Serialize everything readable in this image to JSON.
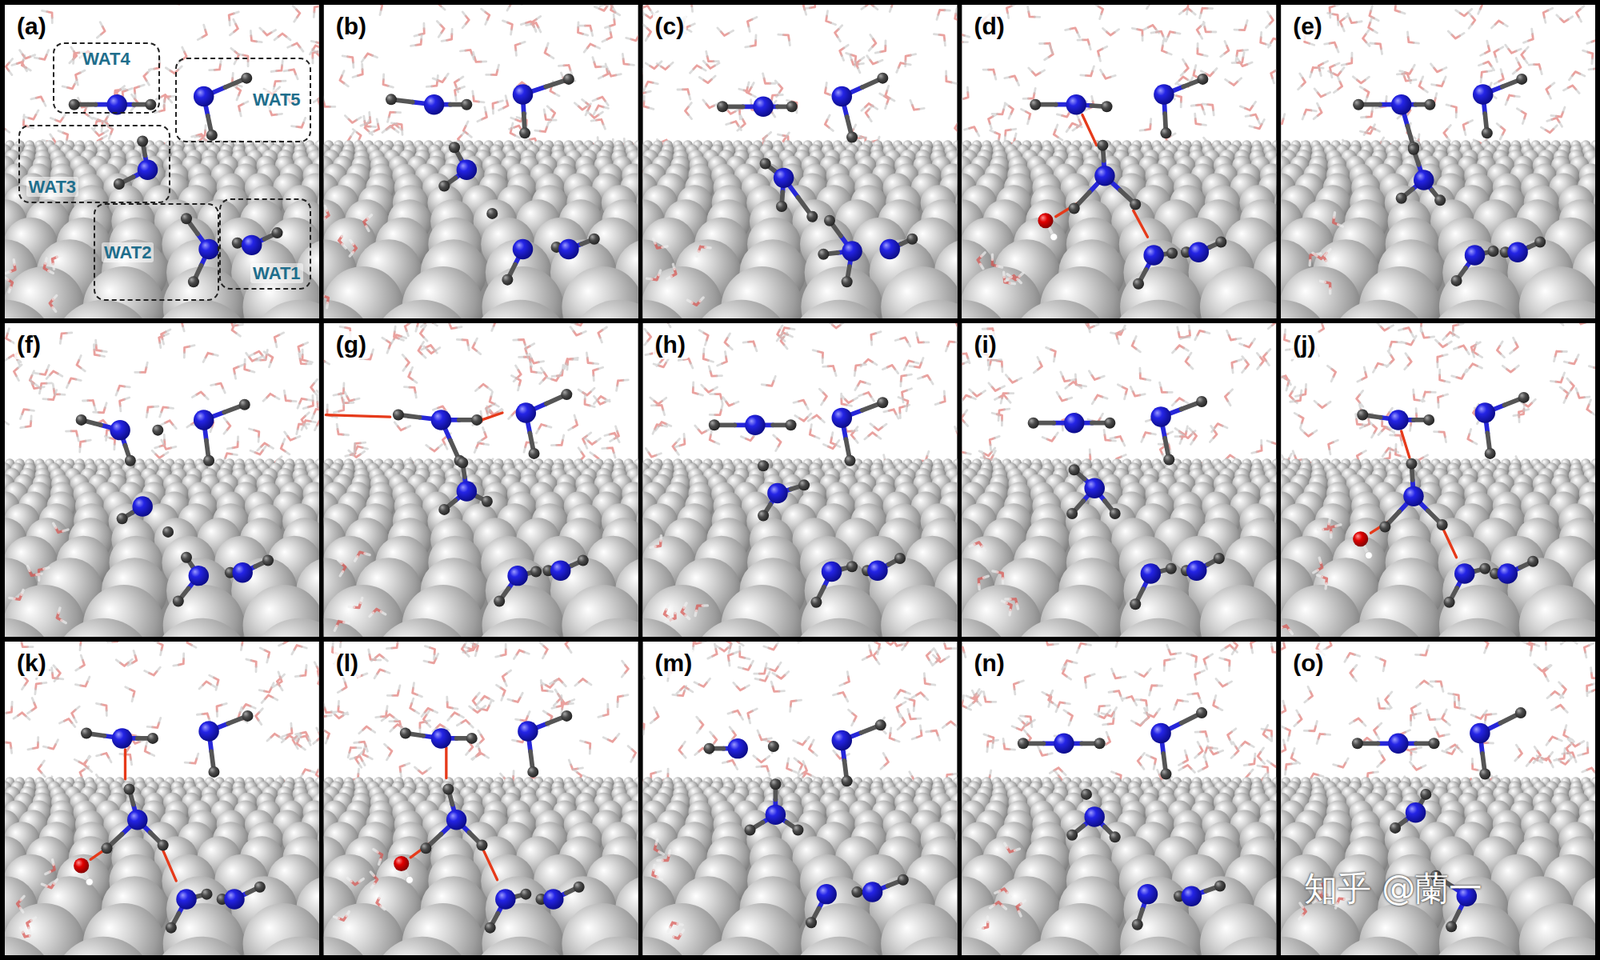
{
  "diagram": {
    "nodes": [
      {
        "text": [
          "(a)"
        ]
      },
      {
        "text": [
          "(b)"
        ]
      },
      {
        "text": [
          "(c)"
        ]
      },
      {
        "text": [
          "(d)"
        ]
      },
      {
        "text": [
          "(e)"
        ]
      },
      {
        "text": [
          "(f)"
        ]
      },
      {
        "text": [
          "(g)"
        ]
      },
      {
        "text": [
          "(h)"
        ]
      },
      {
        "text": [
          "(i)"
        ]
      },
      {
        "text": [
          "(j)"
        ]
      },
      {
        "text": [
          "(k)"
        ]
      },
      {
        "text": [
          "(l)"
        ]
      },
      {
        "text": [
          "(m)"
        ]
      },
      {
        "text": [
          "(n)"
        ]
      },
      {
        "text": [
          "(o)"
        ]
      },
      {
        "text": [
          "WAT4"
        ],
        "in": 0
      },
      {
        "text": [
          "WAT5"
        ],
        "in": 0
      },
      {
        "text": [
          "WAT3"
        ],
        "in": 0
      },
      {
        "text": [
          "WAT2"
        ],
        "in": 0
      },
      {
        "text": [
          "WAT1"
        ],
        "in": 0
      }
    ],
    "labels": [
      "知乎 @蘭一"
    ]
  }
}
